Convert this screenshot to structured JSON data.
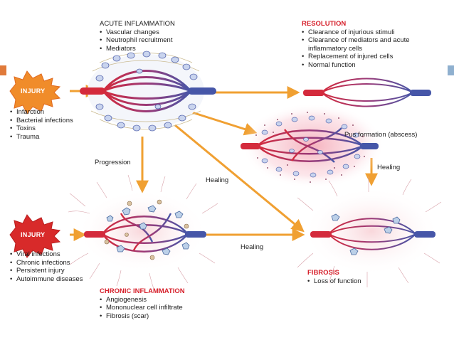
{
  "acute": {
    "title": "ACUTE INFLAMMATION",
    "items": [
      "Vascular changes",
      "Neutrophil recruitment",
      "Mediators"
    ]
  },
  "resolution": {
    "title": "RESOLUTION",
    "items": [
      "Clearance of injurious stimuli",
      "Clearance of mediators and acute inflammatory cells",
      "Replacement of injured cells",
      "Normal function"
    ]
  },
  "injury_top": {
    "label": "INJURY",
    "causes": [
      "Infarction",
      "Bacterial infections",
      "Toxins",
      "Trauma"
    ]
  },
  "injury_bottom": {
    "label": "INJURY",
    "causes": [
      "Viral infections",
      "Chronic infections",
      "Persistent injury",
      "Autoimmune diseases"
    ]
  },
  "abscess_label": "Pus formation (abscess)",
  "arrows": {
    "progression": "Progression",
    "healing_diag": "Healing",
    "healing_right": "Healing",
    "healing_bottom": "Healing"
  },
  "chronic": {
    "title": "CHRONIC INFLAMMATION",
    "items": [
      "Angiogenesis",
      "Mononuclear cell infiltrate",
      "Fibrosis (scar)"
    ]
  },
  "fibrosis": {
    "title": "FIBROSIS",
    "items": [
      "Loss of function"
    ]
  },
  "colors": {
    "arrow": "#f0a032",
    "title_red": "#d6202b",
    "artery": "#c8283c",
    "vein": "#4a5aa8",
    "side_left": "#e07a3a",
    "side_right": "#8fb0cf"
  }
}
